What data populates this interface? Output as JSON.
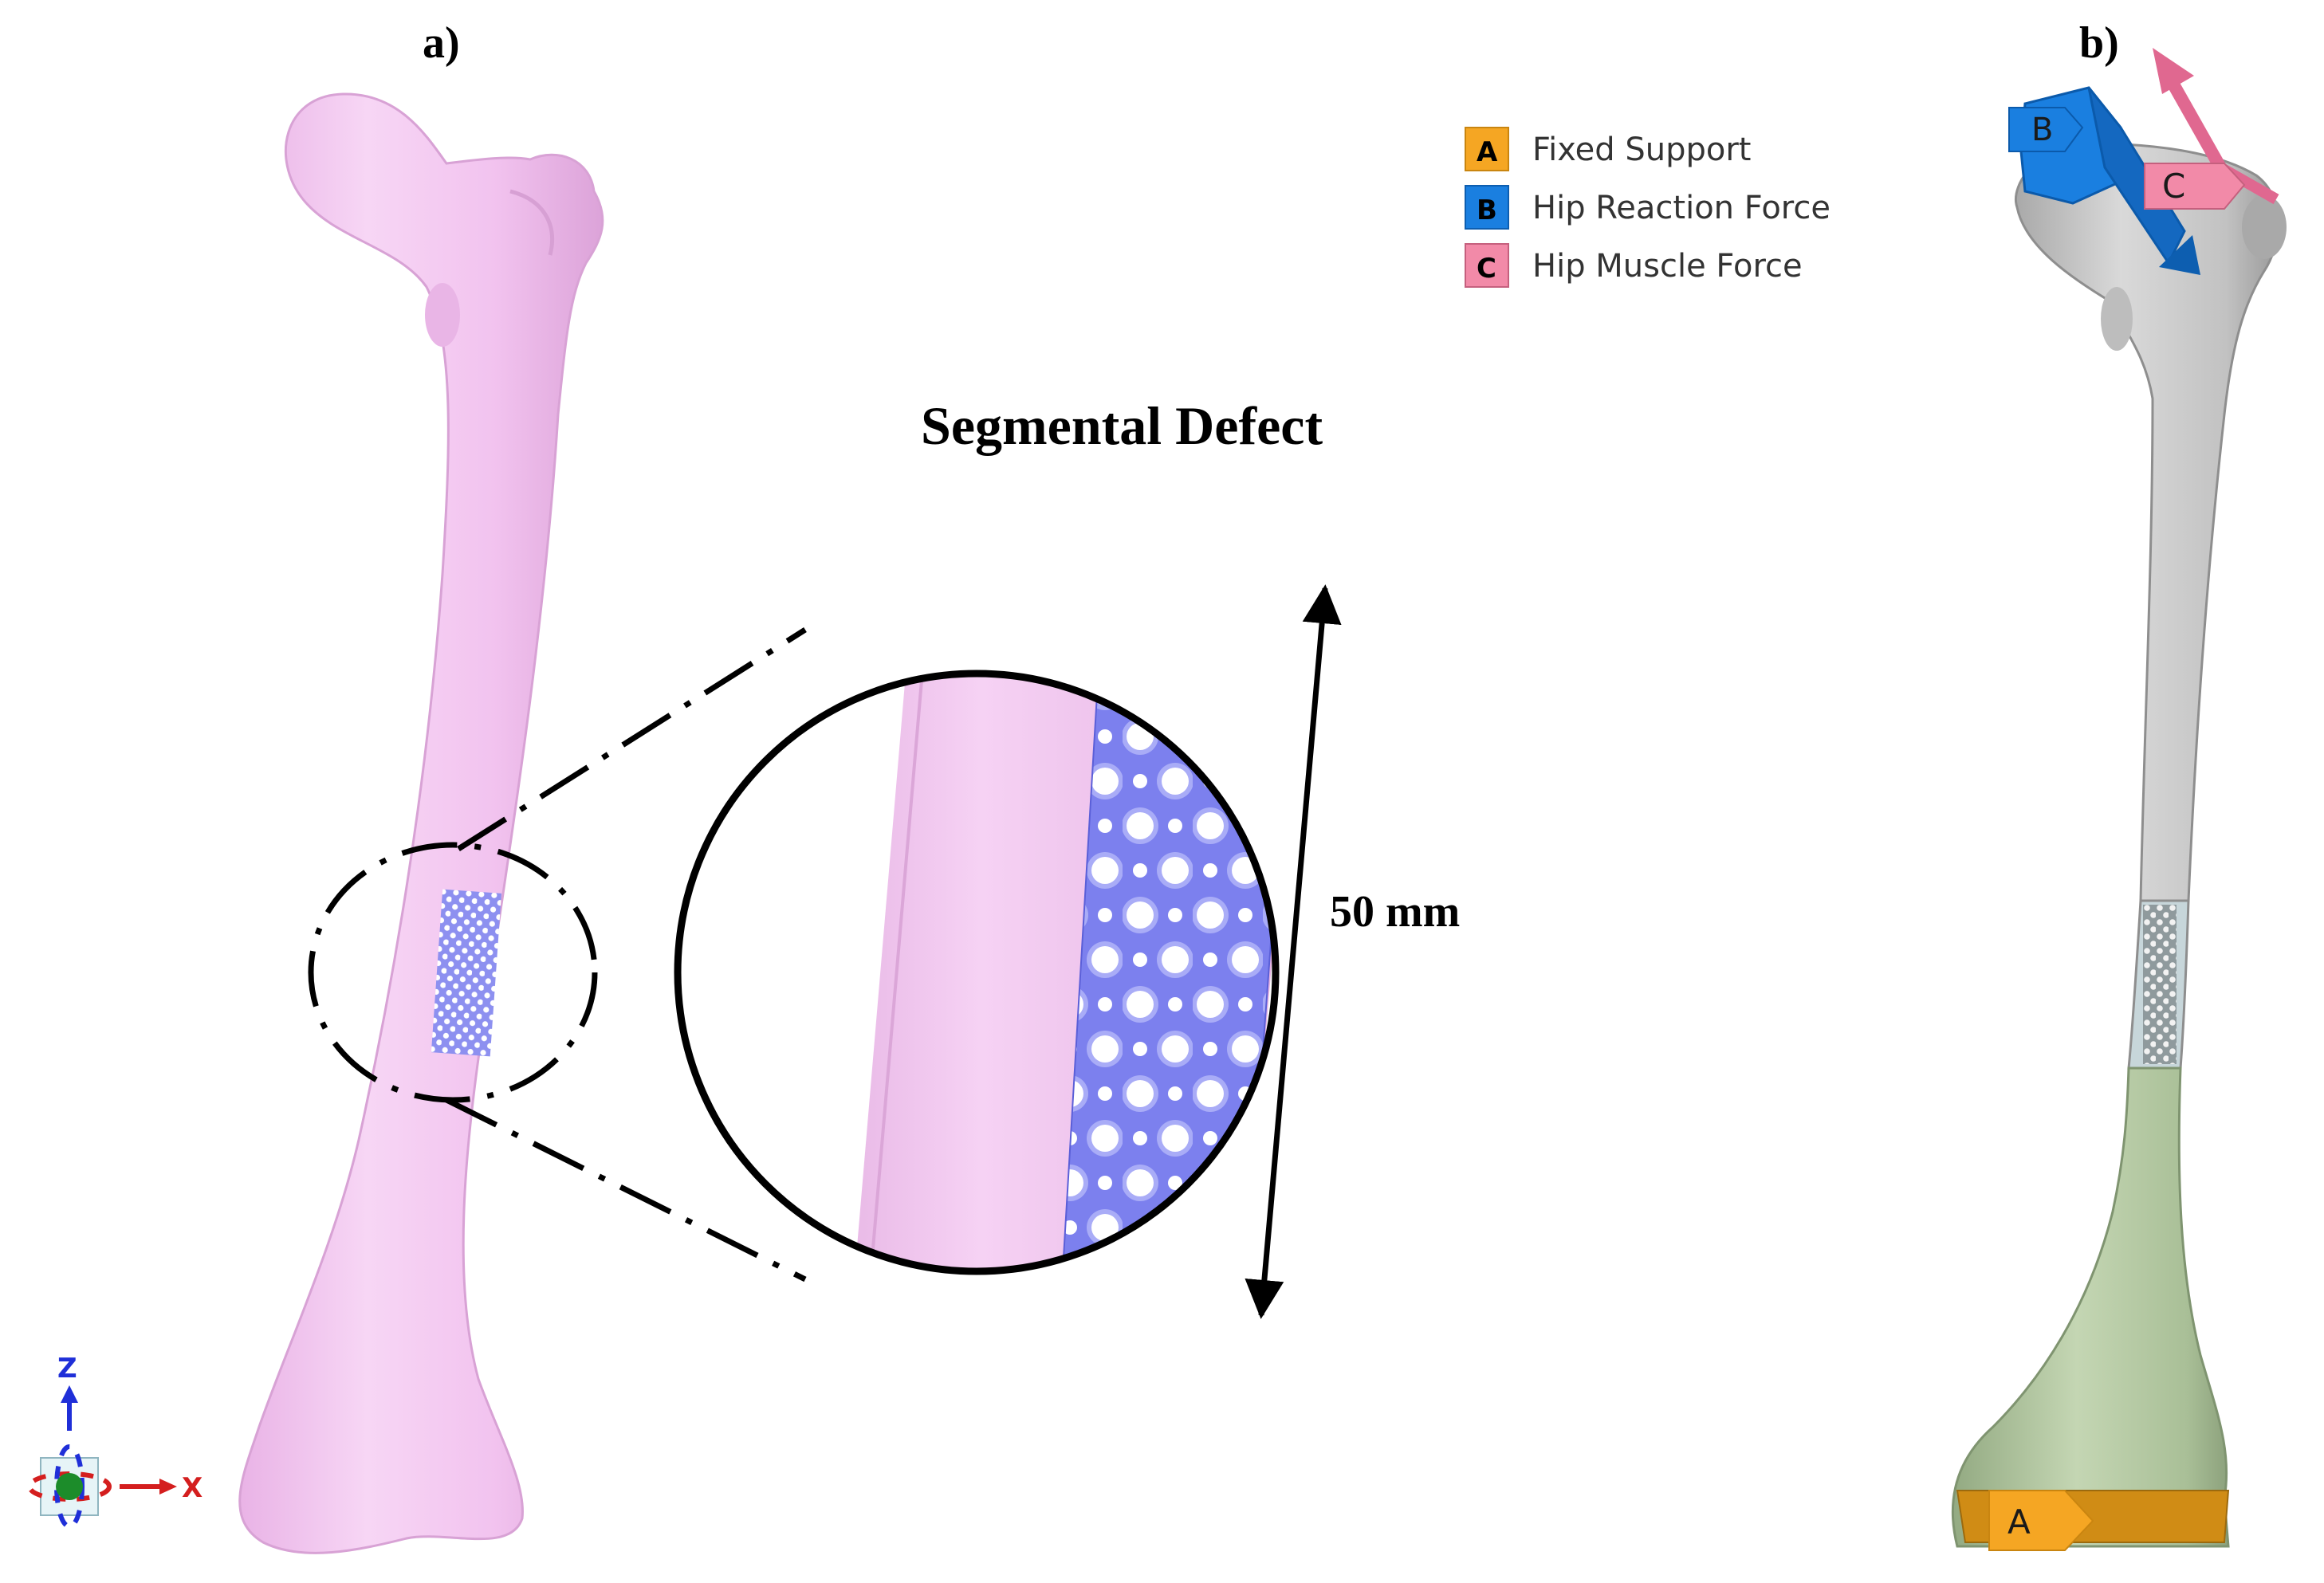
{
  "panels": {
    "a_label": "a)",
    "b_label": "b)"
  },
  "zoom": {
    "title": "Segmental Defect",
    "dimension": "50 mm"
  },
  "legend": [
    {
      "key": "A",
      "label": "Fixed Support",
      "color": "#f5a623"
    },
    {
      "key": "B",
      "label": "Hip Reaction Force",
      "color": "#1a7fe0"
    },
    {
      "key": "C",
      "label": "Hip Muscle Force",
      "color": "#f28aa8"
    }
  ],
  "tags": {
    "a": "A",
    "b": "B",
    "c": "C"
  },
  "triad": {
    "z_label": "Z",
    "x_label": "X"
  },
  "colors": {
    "bone_pink": "#f3c7f0",
    "lattice_blue": "#7b7ff0",
    "bone_grey": "#c4c4c4",
    "bone_green": "#b5c9a3",
    "fixed_orange": "#f5a623",
    "reaction_blue": "#1a7fe0",
    "muscle_pink": "#f28aa8"
  }
}
